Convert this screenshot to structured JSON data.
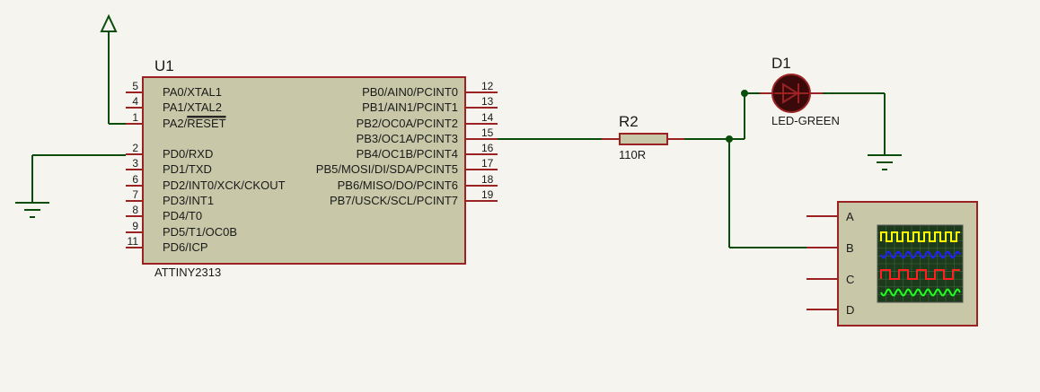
{
  "colors": {
    "background": "#f5f4ef",
    "wire": "#0a4d0a",
    "pin": "#9b2222",
    "body": "#c8c8a9",
    "scope_screen": "#1d3a1d",
    "trace_a": "#ffff00",
    "trace_b": "#2020ff",
    "trace_c": "#ff2020",
    "trace_d": "#20ff20"
  },
  "u1": {
    "ref": "U1",
    "part": "ATTINY2313",
    "left_pins": [
      {
        "num": "5",
        "label": "PA0/XTAL1"
      },
      {
        "num": "4",
        "label": "PA1/XTAL2"
      },
      {
        "num": "1",
        "label_pre": "PA2/",
        "label_over": "RESET"
      },
      {
        "num": "2",
        "label": "PD0/RXD"
      },
      {
        "num": "3",
        "label": "PD1/TXD"
      },
      {
        "num": "6",
        "label": "PD2/INT0/XCK/CKOUT"
      },
      {
        "num": "7",
        "label": "PD3/INT1"
      },
      {
        "num": "8",
        "label": "PD4/T0"
      },
      {
        "num": "9",
        "label": "PD5/T1/OC0B"
      },
      {
        "num": "11",
        "label": "PD6/ICP"
      }
    ],
    "right_pins": [
      {
        "num": "12",
        "label": "PB0/AIN0/PCINT0"
      },
      {
        "num": "13",
        "label": "PB1/AIN1/PCINT1"
      },
      {
        "num": "14",
        "label": "PB2/OC0A/PCINT2"
      },
      {
        "num": "15",
        "label": "PB3/OC1A/PCINT3"
      },
      {
        "num": "16",
        "label": "PB4/OC1B/PCINT4"
      },
      {
        "num": "17",
        "label": "PB5/MOSI/DI/SDA/PCINT5"
      },
      {
        "num": "18",
        "label": "PB6/MISO/DO/PCINT6"
      },
      {
        "num": "19",
        "label": "PB7/USCK/SCL/PCINT7"
      }
    ]
  },
  "r2": {
    "ref": "R2",
    "value": "110R"
  },
  "d1": {
    "ref": "D1",
    "value": "LED-GREEN"
  },
  "scope": {
    "channels": [
      "A",
      "B",
      "C",
      "D"
    ]
  }
}
